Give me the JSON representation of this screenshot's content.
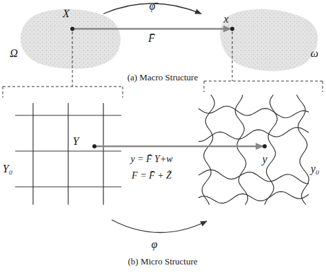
{
  "diagram": {
    "labels": [
      "φ̄",
      "Ω",
      "X",
      "x",
      "ω",
      "F̄",
      "(a) Macro Structure",
      "Y₀",
      "Y",
      "y = F̄ Y+w",
      "F = F̄ + Z̃",
      "y",
      "y₀",
      "φ",
      "(b) Micro Structure"
    ]
  }
}
